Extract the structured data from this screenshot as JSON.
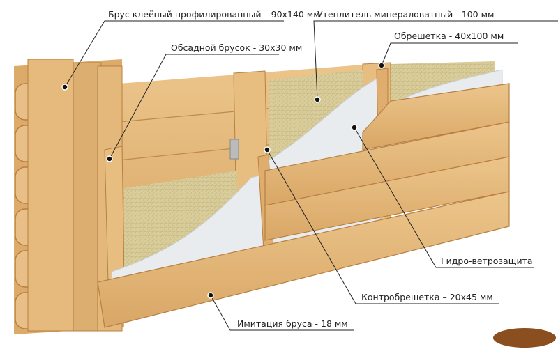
{
  "labels": {
    "glued_beam": "Брус клеёный профилированный – 90х140 мм",
    "insulation": "Утеплитель минераловатный  - 100 мм",
    "lathing": "Обрешетка - 40х100 мм",
    "casing_bar": "Обсадной брусок - 30х30 мм",
    "membrane": "Гидро-ветрозащита",
    "counter_lathing": "Контробрешетка – 20х45 мм",
    "beam_imitation": "Имитация бруса - 18 мм"
  },
  "colors": {
    "wood": "#e2b677",
    "wood_dark": "#c8914f",
    "insulation": "#dcd0a0",
    "membrane": "#eceff1",
    "line": "#222222"
  }
}
